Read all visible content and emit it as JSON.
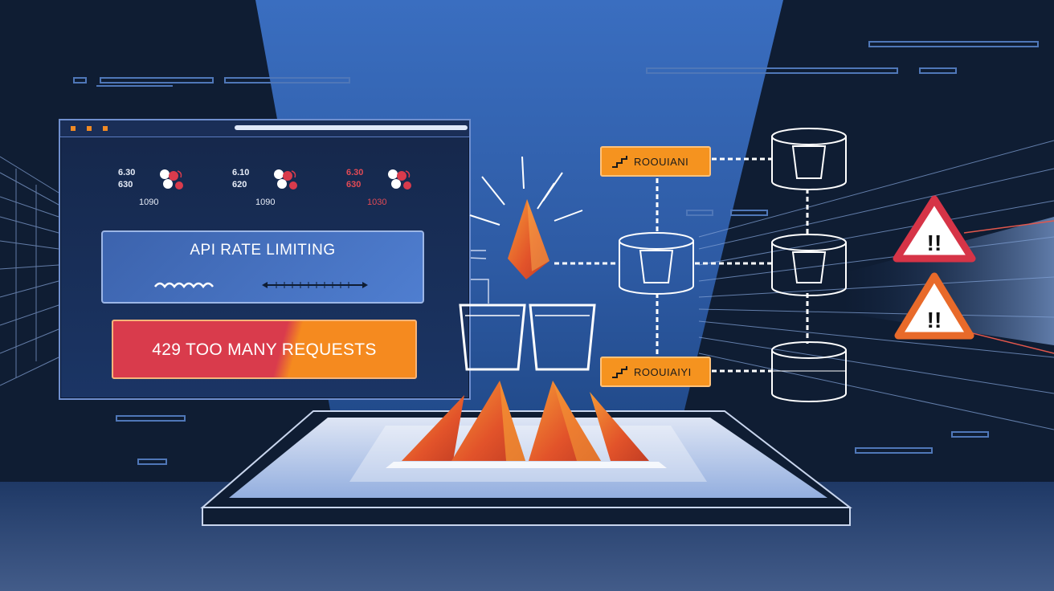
{
  "window": {
    "metrics": [
      {
        "a": "6.30",
        "b": "630",
        "foot": "1090"
      },
      {
        "a": "6.10",
        "b": "620",
        "foot": "1090"
      },
      {
        "a": "6.30",
        "b": "630",
        "foot": "1030"
      }
    ],
    "rate_title": "API RATE LIMITING",
    "error_text": "429 TOO MANY REQUESTS"
  },
  "tags": {
    "top": "ROOUIANI",
    "bottom": "ROOUIAIYI"
  },
  "warnings": [
    {
      "symbol": "!!"
    },
    {
      "symbol": "!!"
    }
  ],
  "colors": {
    "background": "#0f1d33",
    "accent_orange": "#f5931f",
    "alert_red": "#d93b4c",
    "panel_blue": "#4f7ed0",
    "line_white": "#ffffff"
  },
  "icons": [
    "warning-triangle-icon",
    "bucket-icon",
    "database-cylinder-icon",
    "stairs-icon",
    "spike-icon"
  ]
}
